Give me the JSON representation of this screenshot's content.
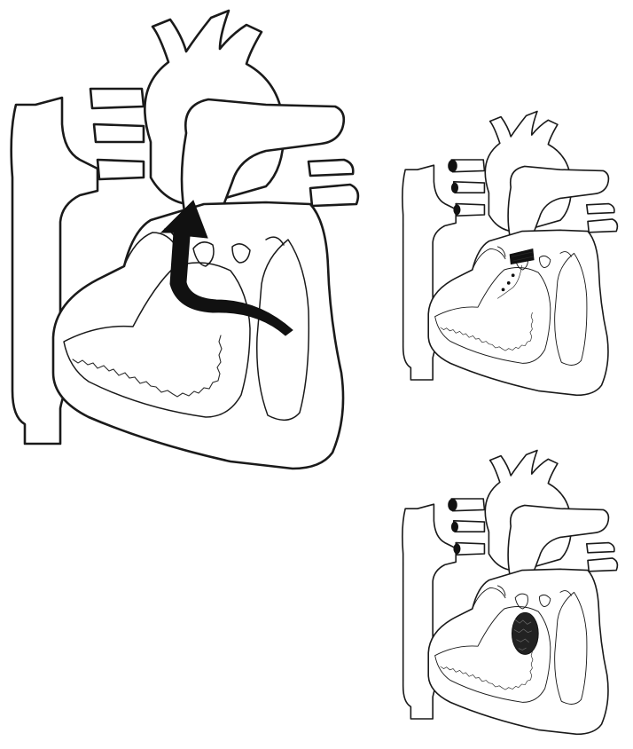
{
  "figure": {
    "panels": [
      {
        "id": "main-heart",
        "arrow": "outflow-arrow"
      },
      {
        "id": "small-heart-top",
        "detail": "occluder-device-at-valve"
      },
      {
        "id": "small-heart-bottom",
        "detail": "patch-on-septum"
      }
    ],
    "colors": {
      "line": "#1a1a1a",
      "fill": "#ffffff",
      "accent": "#111111"
    }
  }
}
